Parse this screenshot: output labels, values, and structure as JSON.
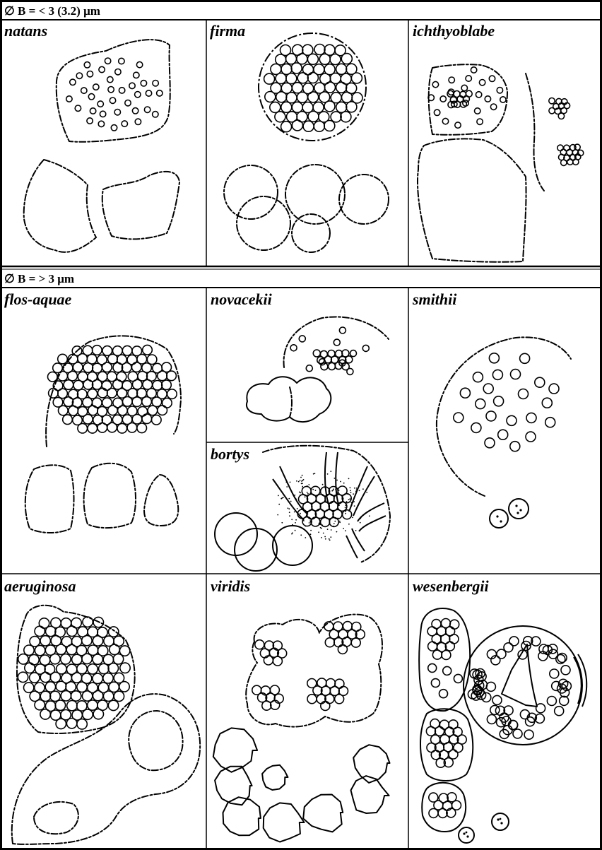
{
  "sections": [
    {
      "title": "∅ B = < 3 (3.2) μm"
    },
    {
      "title": "∅ B = > 3 μm"
    }
  ],
  "cells": {
    "natans": "natans",
    "firma": "firma",
    "ichthyoblabe": "ichthyoblabe",
    "flos_aquae": "flos-aquae",
    "novacekii": "novacekii",
    "bortys": "bortys",
    "smithii": "smithii",
    "aeruginosa": "aeruginosa",
    "viridis": "viridis",
    "wesenbergii": "wesenbergii"
  }
}
